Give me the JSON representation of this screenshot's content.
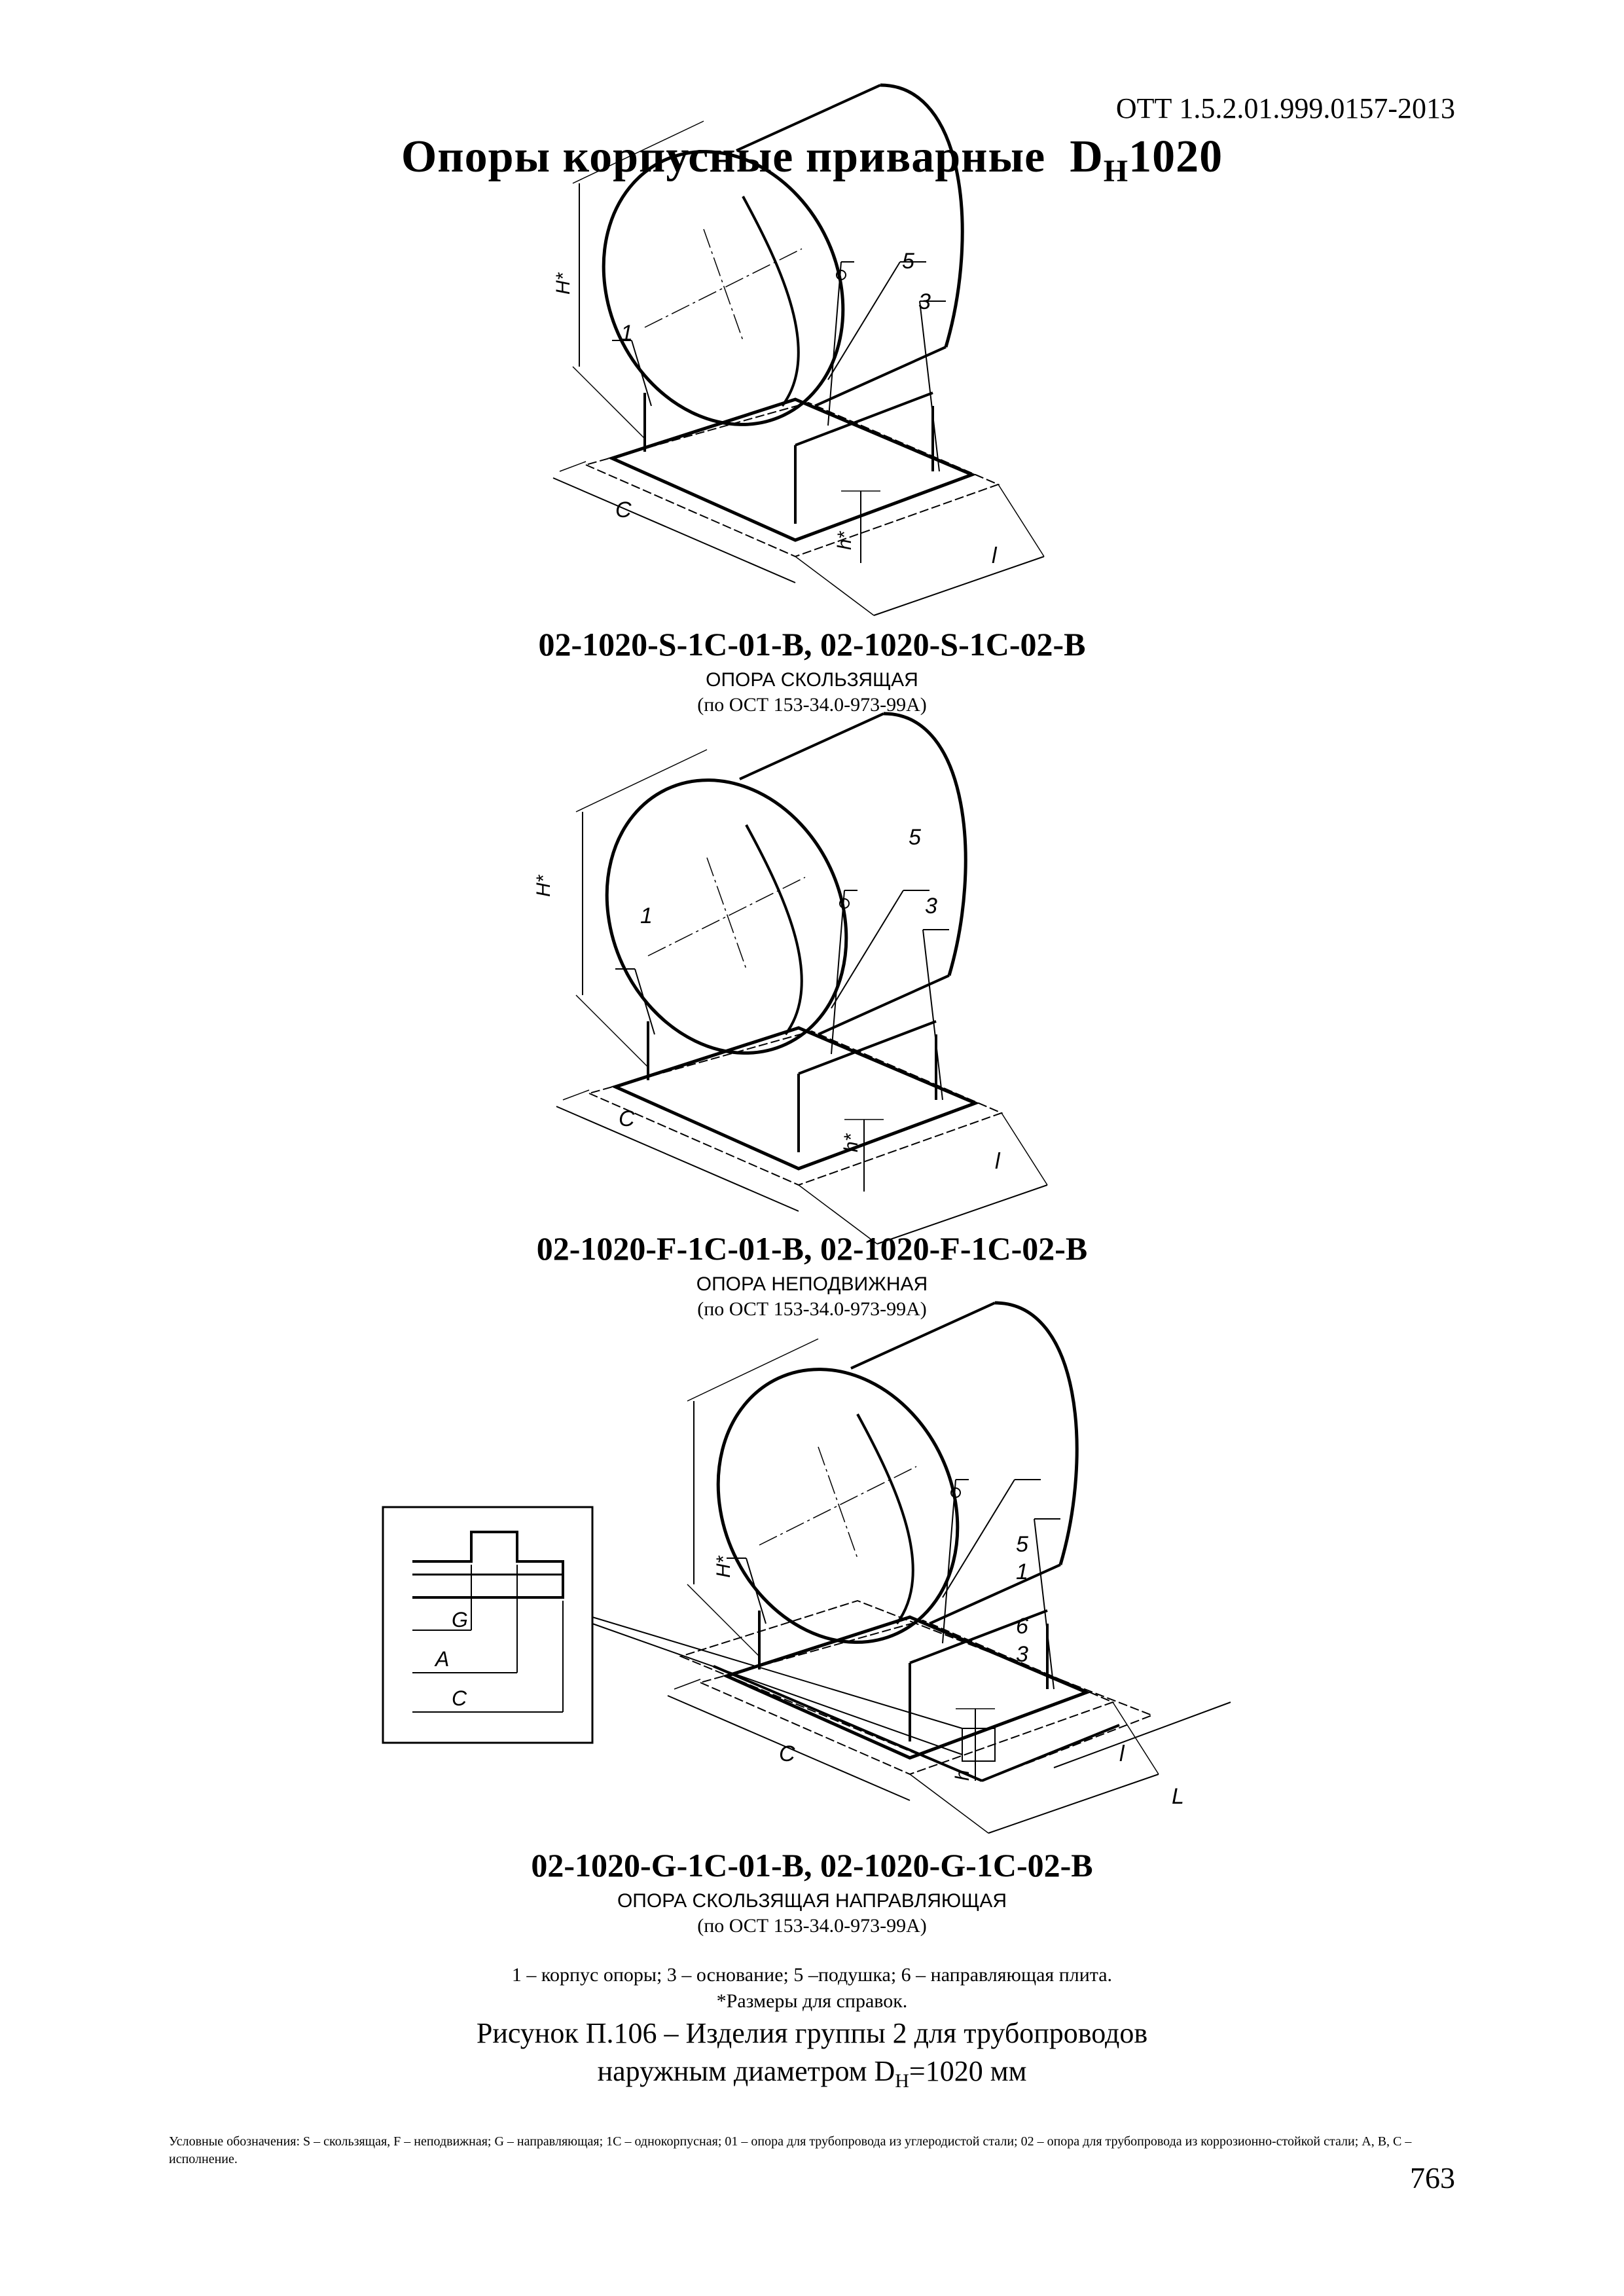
{
  "header": {
    "doc_code": "ОТТ 1.5.2.01.999.0157-2013",
    "title": "Опоры корпусные приварные",
    "title_d": "D",
    "title_sub": "H",
    "title_num": "1020"
  },
  "figures": [
    {
      "code": "02-1020-S-1C-01-B, 02-1020-S-1C-02-B",
      "name": "ОПОРА СКОЛЬЗЯЩАЯ",
      "standard": "(по ОСТ 153-34.0-973-99А)",
      "callouts": [
        "1",
        "5",
        "3"
      ],
      "dims": [
        "H*",
        "h*",
        "C",
        "l"
      ]
    },
    {
      "code": "02-1020-F-1C-01-B, 02-1020-F-1C-02-B",
      "name": "ОПОРА НЕПОДВИЖНАЯ",
      "standard": "(по ОСТ 153-34.0-973-99А)",
      "callouts": [
        "1",
        "5",
        "3"
      ],
      "dims": [
        "H*",
        "h*",
        "C",
        "l"
      ]
    },
    {
      "code": "02-1020-G-1C-01-B, 02-1020-G-1C-02-B",
      "name": "ОПОРА СКОЛЬЗЯЩАЯ НАПРАВЛЯЮЩАЯ",
      "standard": "(по ОСТ 153-34.0-973-99А)",
      "callouts": [
        "5",
        "1",
        "6",
        "3"
      ],
      "dims": [
        "H*",
        "h",
        "C",
        "l",
        "L"
      ],
      "detail_dims": [
        "G",
        "A",
        "C"
      ]
    }
  ],
  "legend": {
    "parts": "1 – корпус опоры; 3 – основание; 5 –подушка; 6 – направляющая плита.",
    "note": "*Размеры для справок."
  },
  "caption": {
    "line1": "Рисунок П.106 – Изделия группы 2 для трубопроводов",
    "line2_prefix": "наружным диаметром D",
    "line2_sub": "H",
    "line2_suffix": "=1020 мм"
  },
  "footnote": "Условные обозначения: S – скользящая, F – неподвижная; G – направляющая; 1С – однокорпусная; 01 – опора для трубопровода из углеродистой стали; 02 – опора для трубопровода из коррозионно-стойкой стали; А, В, С – исполнение.",
  "page_number": "763"
}
